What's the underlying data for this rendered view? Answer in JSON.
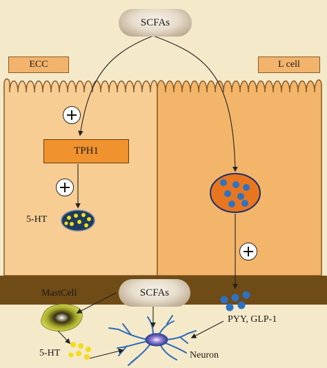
{
  "labels": {
    "scfa_top": "SCFAs",
    "scfa_bottom": "SCFAs",
    "ecc": "ECC",
    "lcell": "L cell",
    "tph1": "TPH1",
    "serotonin_cell": "5-HT",
    "serotonin_released": "5-HT",
    "mast_cell": "MastCell",
    "neuron": "Neuron",
    "peptides": "PYY, GLP-1"
  },
  "colors": {
    "background_top": "#f4e9c9",
    "ecc_cell": "#f7cd93",
    "l_cell": "#f2b56a",
    "lamina": "#6f4b16",
    "tph1_box": "#f0922e",
    "granule_dark": "#1f3b5e",
    "granule_yellow": "#f2dd19",
    "vesicle_orange": "#e8761f",
    "vesicle_blue": "#2d72c4",
    "neuron_blue": "#2d6ab8"
  },
  "icons": {
    "plus": "plus-circle-icon"
  }
}
